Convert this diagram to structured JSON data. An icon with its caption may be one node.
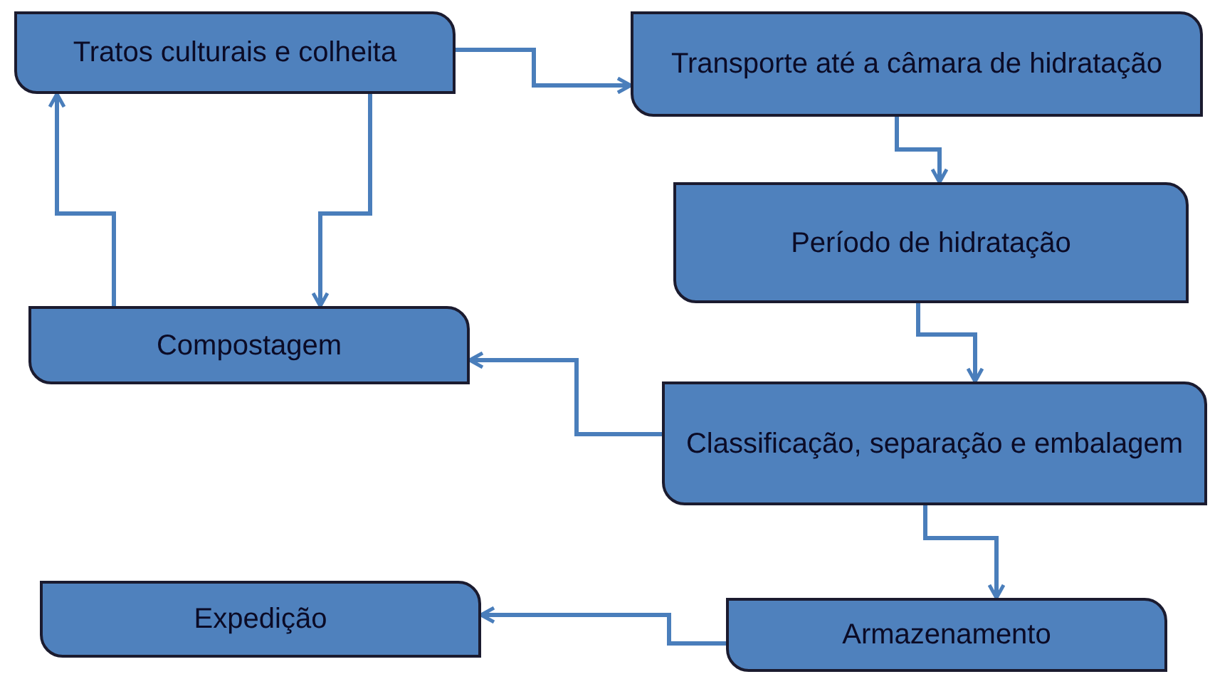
{
  "diagram": {
    "nodes": [
      {
        "text": [
          "Tratos culturais e colheita"
        ]
      },
      {
        "text": [
          "Transporte até a câmara de hidratação"
        ]
      },
      {
        "text": [
          "Período de hidratação"
        ]
      },
      {
        "text": [
          "Compostagem"
        ]
      },
      {
        "text": [
          "Classificação, separação e embalagem"
        ]
      },
      {
        "text": [
          "Expedição"
        ]
      },
      {
        "text": [
          "Armazenamento"
        ]
      }
    ],
    "edges": [
      {
        "from": 0,
        "to": 1,
        "arrow": "to"
      },
      {
        "from": 0,
        "to": 3,
        "arrow": "to"
      },
      {
        "from": 3,
        "to": 0,
        "arrow": "to"
      },
      {
        "from": 1,
        "to": 2,
        "arrow": "to"
      },
      {
        "from": 2,
        "to": 4,
        "arrow": "to"
      },
      {
        "from": 4,
        "to": 3,
        "arrow": "to"
      },
      {
        "from": 4,
        "to": 6,
        "arrow": "to"
      },
      {
        "from": 6,
        "to": 5,
        "arrow": "to"
      }
    ]
  }
}
